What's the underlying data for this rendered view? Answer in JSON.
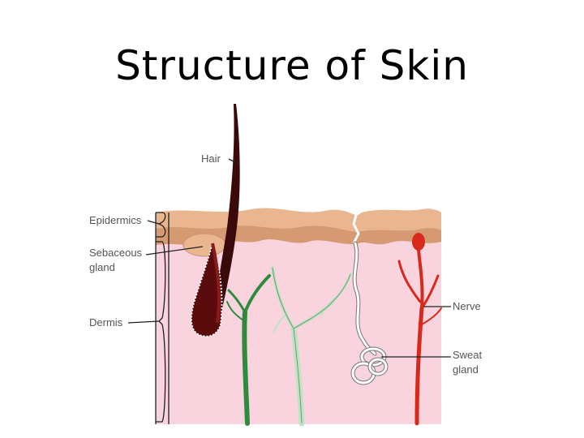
{
  "title": "Structure of Skin",
  "labels": {
    "hair": "Hair",
    "epidermis": "Epidermics",
    "sebaceous_line1": "Sebaceous",
    "sebaceous_line2": "gland",
    "dermis": "Dermis",
    "nerve": "Nerve",
    "sweat_line1": "Sweat",
    "sweat_line2": "gland"
  },
  "colors": {
    "dermis": "#f9d3dd",
    "epidermis": "#e9b690",
    "epidermis_dark": "#d59a72",
    "hair": "#3a0a0a",
    "vessel_dark": "#2e8b3e",
    "vessel_light": "#bfe3c4",
    "nerve": "#d8291b"
  }
}
